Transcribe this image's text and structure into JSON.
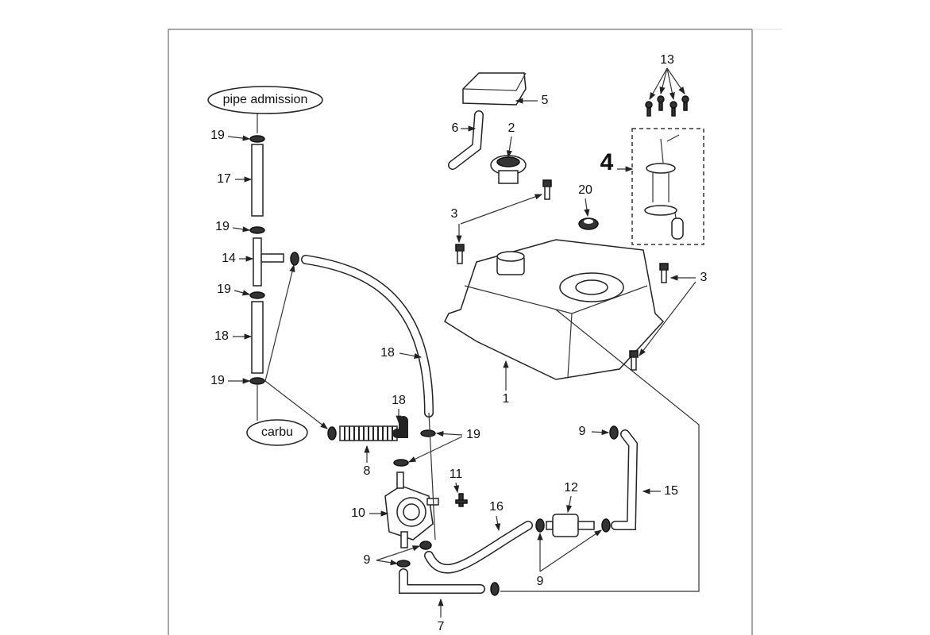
{
  "ovals": {
    "pipe_admission": "pipe admission",
    "carbu": "carbu"
  },
  "callouts": [
    "13",
    "5",
    "6",
    "2",
    "4",
    "20",
    "3",
    "3",
    "1",
    "19",
    "17",
    "19",
    "14",
    "19",
    "18",
    "19",
    "18",
    "18",
    "19",
    "9",
    "8",
    "11",
    "12",
    "15",
    "16",
    "10",
    "9",
    "9",
    "7"
  ]
}
